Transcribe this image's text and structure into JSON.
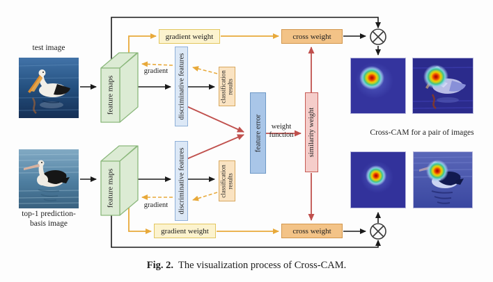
{
  "figure_caption": {
    "label": "Fig. 2.",
    "text": "The visualization process of Cross-CAM."
  },
  "images": {
    "test_image_label": "test image",
    "basis_image_label_line1": "top-1 prediction-",
    "basis_image_label_line2": "basis image",
    "pair_caption": "Cross-CAM for a pair of images"
  },
  "nodes": {
    "feature_maps": "feature maps",
    "discriminative_features": "discriminative features",
    "classification_line1": "classification",
    "classification_line2": "results",
    "gradient_weight": "gradient weight",
    "cross_weight": "cross weight",
    "feature_error": "feature error",
    "similarity_weight": "similarity weight",
    "weight_function_line1": "weight",
    "weight_function_line2": "function",
    "gradient_label": "gradient",
    "multiply_operator": "⊗"
  },
  "colors": {
    "black_line": "#1a1a1a",
    "orange_line": "#E8A93A",
    "red_line": "#C0504D",
    "feature_maps_fill": "#DCEBD4",
    "feature_maps_border": "#8BB87C",
    "features_fill": "#DCE8F6",
    "features_border": "#8FB0D8",
    "classification_fill": "#FAE3C2",
    "classification_border": "#D8A85E",
    "gradient_weight_fill": "#FCF3CE",
    "gradient_weight_border": "#E2C65F",
    "cross_weight_fill": "#F3C387",
    "cross_weight_border": "#D2964C",
    "feature_error_fill": "#A9C6E8",
    "feature_error_border": "#6F99C6",
    "similarity_weight_fill": "#F5CDCA",
    "similarity_weight_border": "#C65B55",
    "heatmap_background": "#34349E"
  }
}
